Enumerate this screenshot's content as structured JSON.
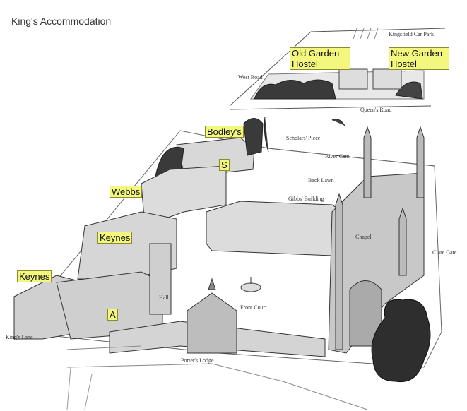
{
  "title": "King's Accommodation",
  "highlight_color": "#f4f77e",
  "highlights": {
    "old_garden": "Old Garden Hostel",
    "new_garden": "New Garden Hostel",
    "bodleys": "Bodley's",
    "s": "S",
    "webbs": "Webbs",
    "keynes_inner": "Keynes",
    "keynes_outer": "Keynes",
    "a": "A"
  },
  "map_labels": {
    "kingsfield": "Kingsfield Car Park",
    "west_road": "West Road",
    "queens_road": "Queen's Road",
    "scholars_piece": "Scholars' Piece",
    "river_cam": "River Cam",
    "back_lawn": "Back Lawn",
    "gibbs": "Gibbs' Building",
    "chapel": "Chapel",
    "clare_gate": "Clare Gate",
    "front_court": "Front Court",
    "hall": "Hall",
    "porters_lodge": "Porter's Lodge",
    "kings_lane": "King's Lane"
  }
}
